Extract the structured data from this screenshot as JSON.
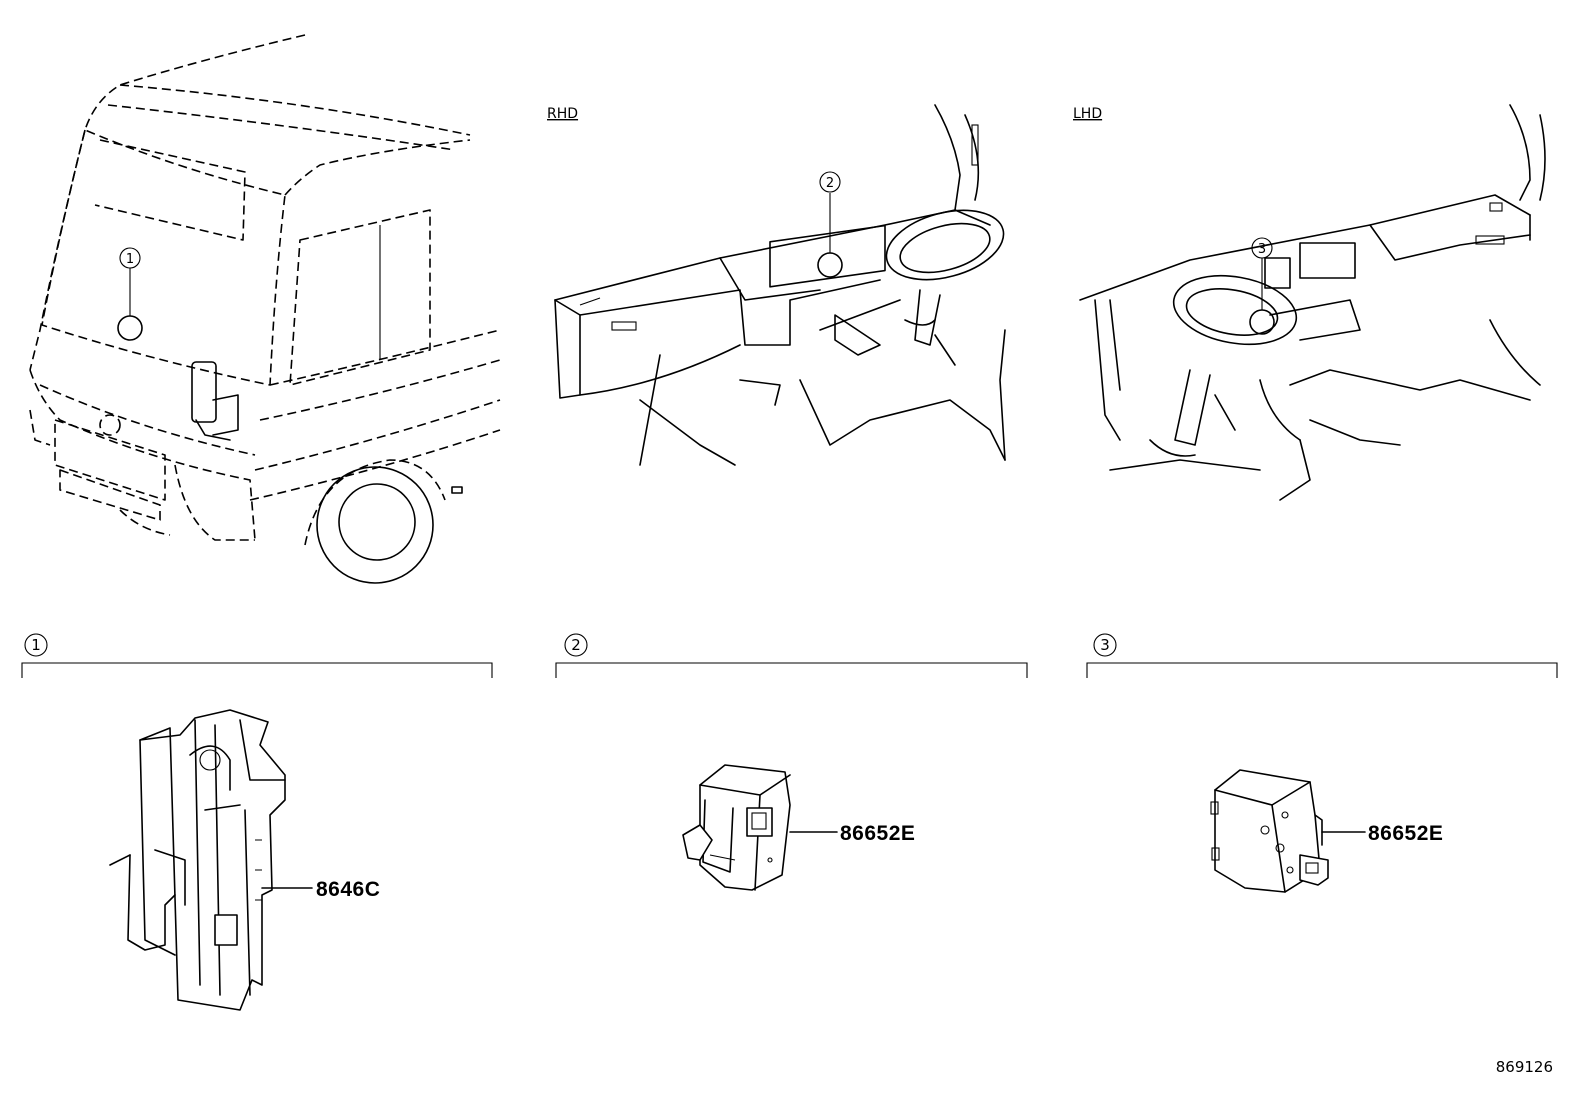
{
  "views": {
    "rhd_label": "RHD",
    "lhd_label": "LHD"
  },
  "callouts": {
    "vehicle": "1",
    "rhd": "2",
    "lhd": "3"
  },
  "sections": [
    {
      "number": "1",
      "part": "8646C"
    },
    {
      "number": "2",
      "part": "86652E"
    },
    {
      "number": "3",
      "part": "86652E"
    }
  ],
  "illustration_number": "869126"
}
